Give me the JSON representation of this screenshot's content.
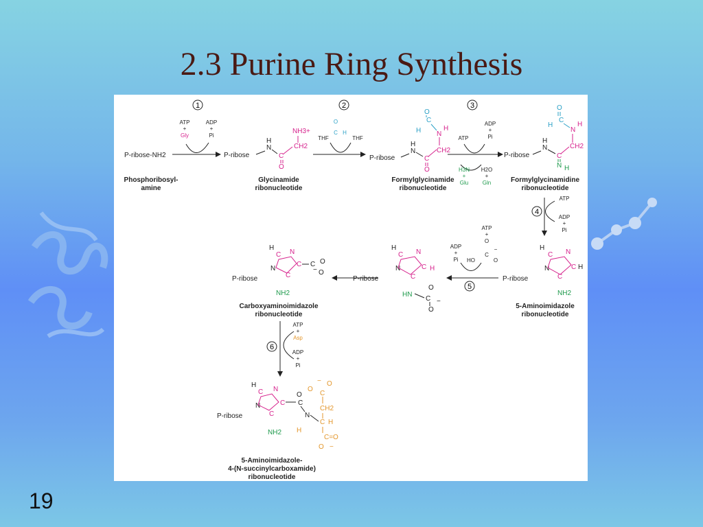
{
  "slide": {
    "title": "2.3 Purine Ring Synthesis",
    "page_number": "19"
  },
  "colors": {
    "bond": "#222222",
    "magenta": "#d6218c",
    "cyan": "#2aa0c6",
    "green": "#1e9a4c",
    "orange": "#e3962b",
    "title": "#4a1a14"
  },
  "steps": [
    "1",
    "2",
    "3",
    "4",
    "5",
    "6"
  ],
  "compounds": {
    "c1": {
      "name1": "Phosphoribosyl-",
      "name2": "amine"
    },
    "c2": {
      "name1": "Glycinamide",
      "name2": "ribonucleotide"
    },
    "c3": {
      "name1": "Formylglycinamide",
      "name2": "ribonucleotide"
    },
    "c4": {
      "name1": "Formylglycinamidine",
      "name2": "ribonucleotide"
    },
    "c5": {
      "name1": "5-Aminoimidazole",
      "name2": "ribonucleotide"
    },
    "c6": {
      "name1": "Carboxyaminoimidazole",
      "name2": "ribonucleotide"
    },
    "c7": {
      "name1": "5-Aminoimidazole-",
      "name2": "4-(N-succinylcarboxamide)",
      "name3": "ribonucleotide"
    }
  },
  "labels": {
    "atp": "ATP",
    "adp": "ADP",
    "plus": "+",
    "gly": "Gly",
    "pi": "Pi",
    "thf": "THF",
    "h3n": "H3N",
    "h2o": "H2O",
    "glu": "Glu",
    "gln": "Gln",
    "asp": "Asp",
    "ho": "HO",
    "p_ribose": "P-ribose",
    "p_ribose_nh2": "P-ribose-NH2",
    "nh2": "NH2",
    "nh3": "NH3+",
    "ch2": "CH2",
    "c": "C",
    "n": "N",
    "o": "O",
    "h": "H",
    "hn": "HN",
    "minus": "−",
    "co": "C=O"
  }
}
